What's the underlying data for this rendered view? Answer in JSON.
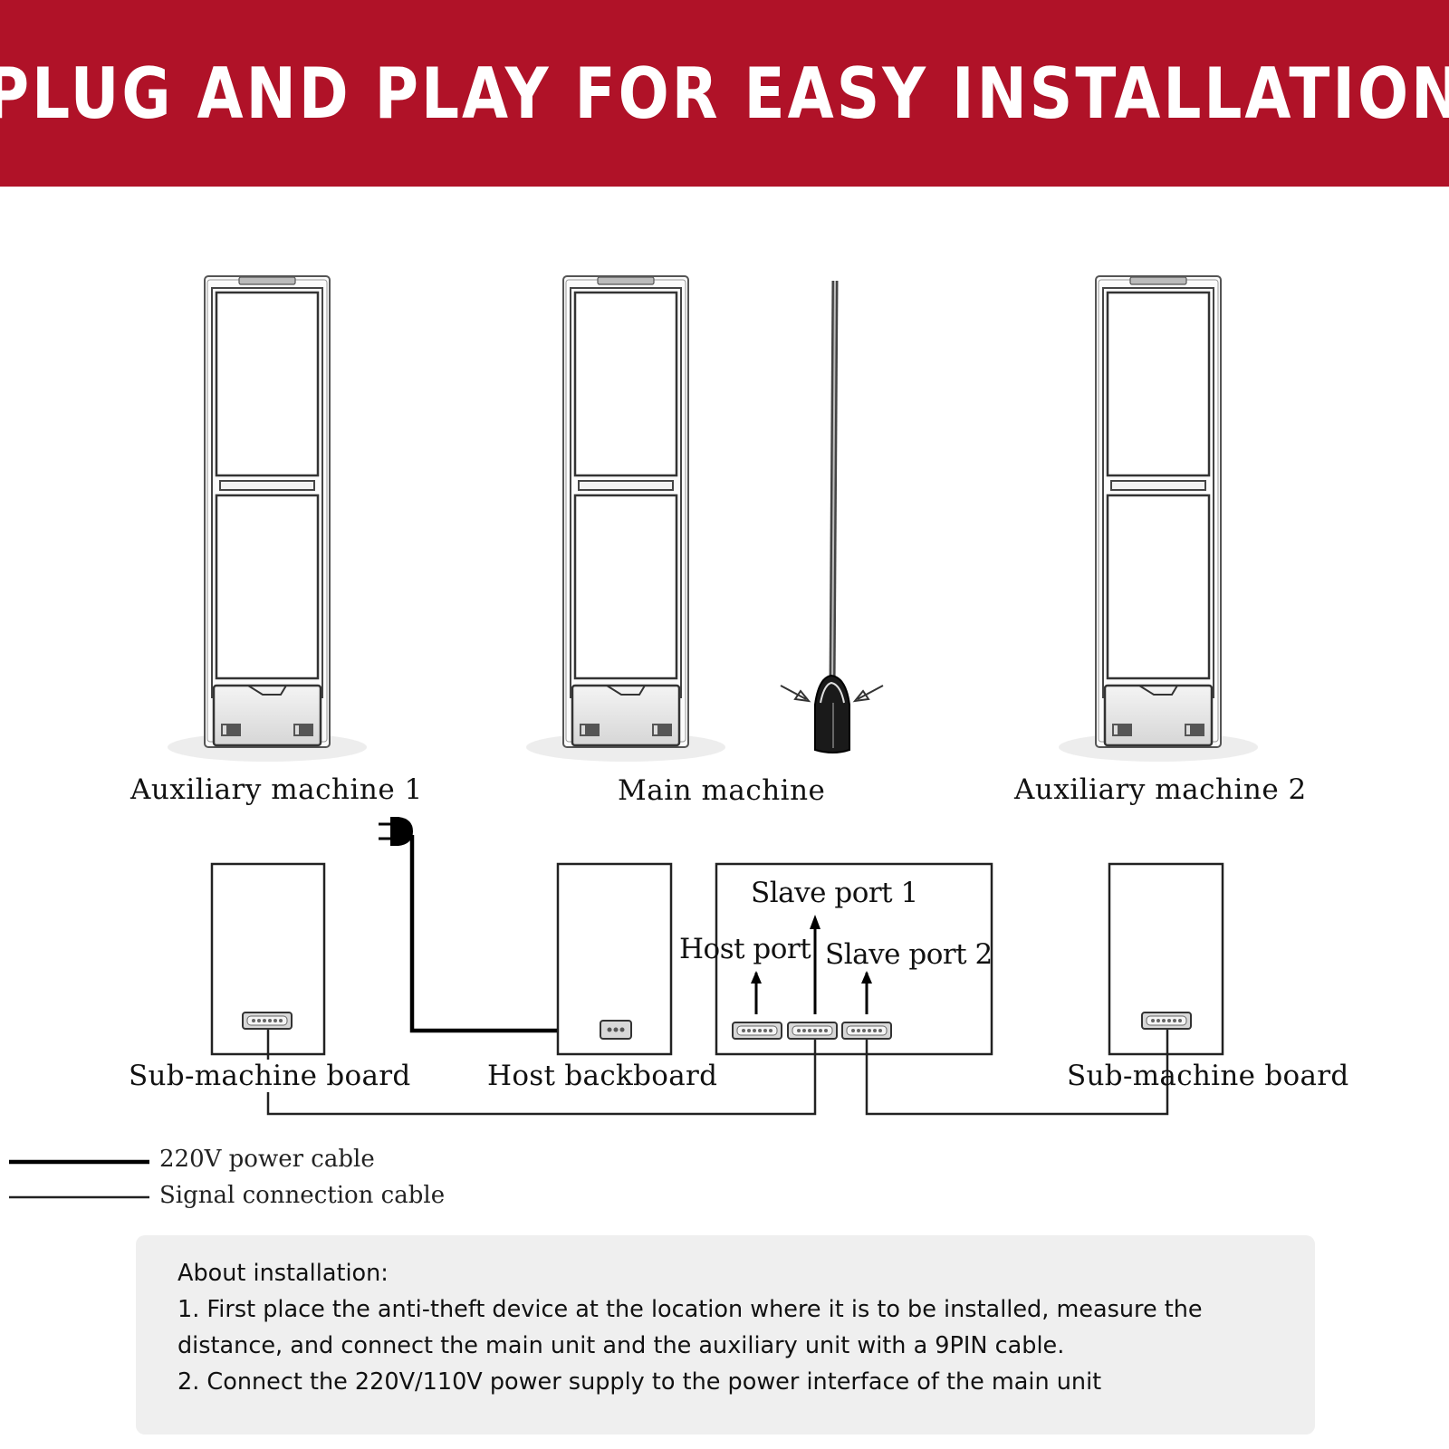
{
  "header": {
    "title": "PLUG AND PLAY FOR EASY INSTALLATION",
    "background": "#b01228"
  },
  "machines": {
    "aux1": "Auxiliary machine 1",
    "main": "Main machine",
    "aux2": "Auxiliary machine 2"
  },
  "ports": {
    "slave1": "Slave port 1",
    "host": "Host port",
    "slave2": "Slave port 2"
  },
  "boards": {
    "sub_left": "Sub-machine board",
    "host_backboard": "Host backboard",
    "sub_right": "Sub-machine board"
  },
  "legend": {
    "power": "220V power cable",
    "signal": "Signal connection cable"
  },
  "info": {
    "heading": "About installation:",
    "line1": "1. First place the anti-theft device at the location where it is to be installed, measure the",
    "line2": "distance, and connect the main unit and the auxiliary unit with a 9PIN cable.",
    "line3": "2. Connect the 220V/110V power supply to the power interface of the main unit",
    "background": "#efefef"
  },
  "icons": [
    "power-plug-icon",
    "arrow-up-icon",
    "arrow-inward-icon"
  ]
}
